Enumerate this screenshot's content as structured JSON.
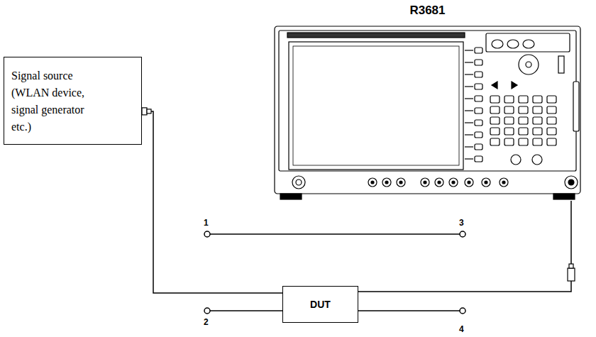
{
  "diagram": {
    "nodes": [
      {
        "text": [
          "R3681"
        ]
      },
      {
        "text": [
          "Signal source (WLAN device, signal generator etc.)"
        ]
      },
      {
        "text": [
          "DUT"
        ]
      }
    ],
    "edges": [
      {
        "from": 1,
        "to": 2,
        "arrow": "none"
      },
      {
        "from": 2,
        "to": 0,
        "arrow": "none"
      }
    ],
    "labels": [
      "1",
      "2",
      "3",
      "4"
    ]
  }
}
